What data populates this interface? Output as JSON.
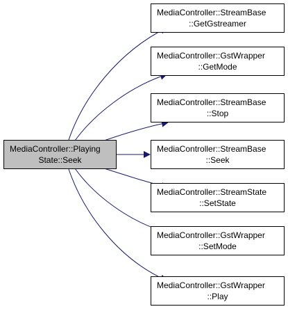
{
  "source": {
    "line1": "MediaController::Playing",
    "line2": "State::Seek"
  },
  "targets": [
    {
      "line1": "MediaController::StreamBase",
      "line2": "::GetGstreamer"
    },
    {
      "line1": "MediaController::GstWrapper",
      "line2": "::GetMode"
    },
    {
      "line1": "MediaController::StreamBase",
      "line2": "::Stop"
    },
    {
      "line1": "MediaController::StreamBase",
      "line2": "::Seek"
    },
    {
      "line1": "MediaController::StreamState",
      "line2": "::SetState"
    },
    {
      "line1": "MediaController::GstWrapper",
      "line2": "::SetMode"
    },
    {
      "line1": "MediaController::GstWrapper",
      "line2": "::Play"
    }
  ],
  "colors": {
    "edge": "#191970",
    "source_fill": "#bfbfbf",
    "node_fill": "#ffffff",
    "border": "#000000"
  }
}
